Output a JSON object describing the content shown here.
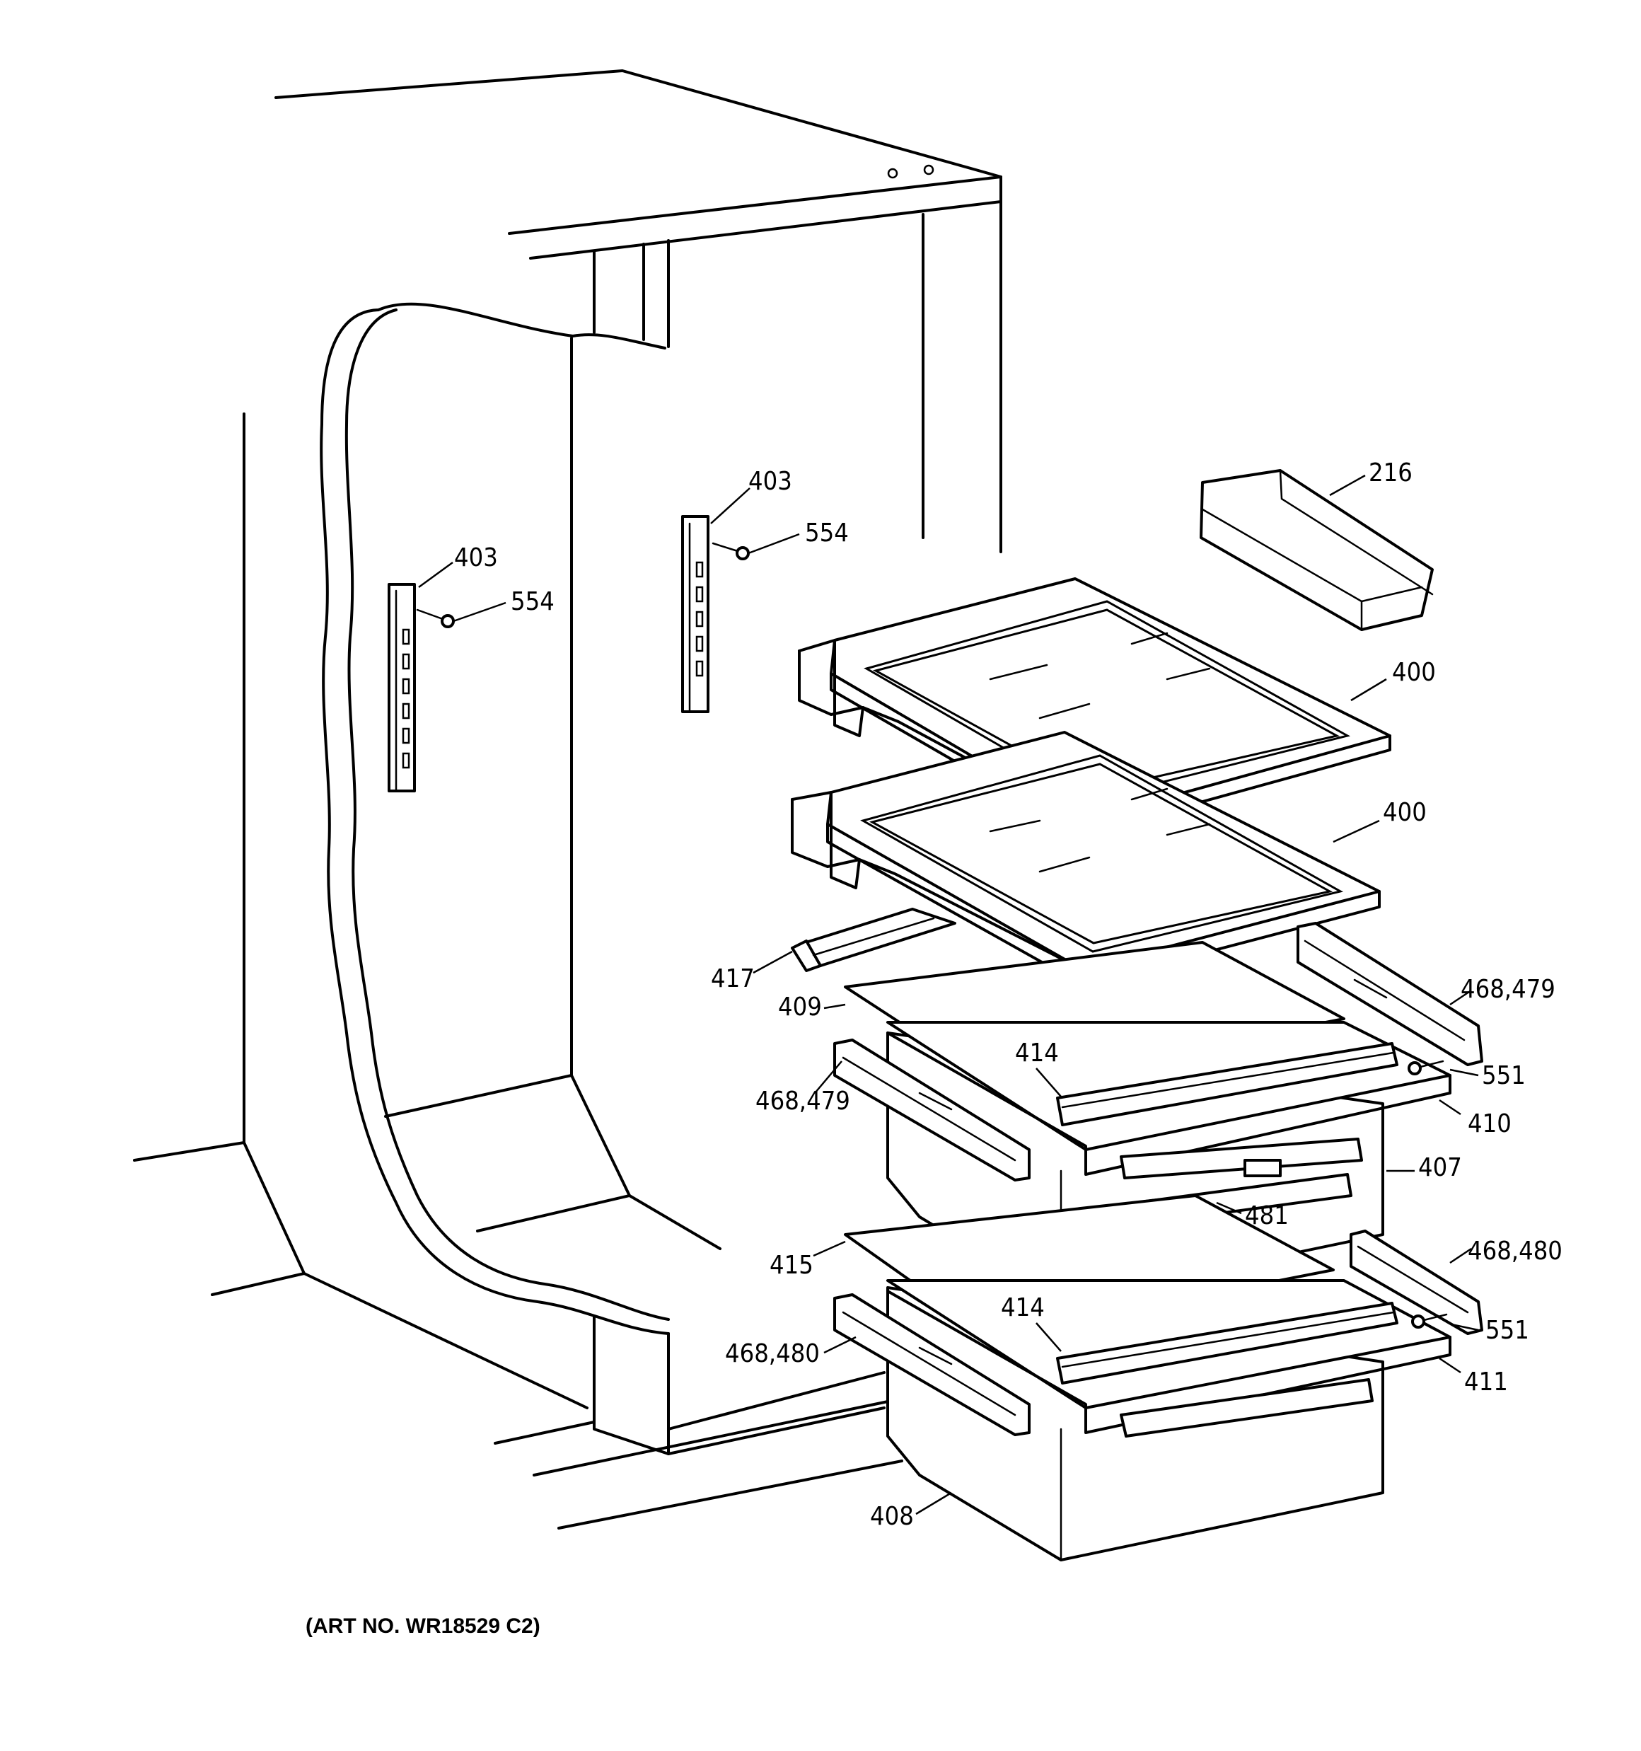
{
  "callouts": {
    "c216": "216",
    "c400a": "400",
    "c400b": "400",
    "c403a": "403",
    "c403b": "403",
    "c554a": "554",
    "c554b": "554",
    "c417": "417",
    "c409": "409",
    "c414a": "414",
    "c414b": "414",
    "c468_479a": "468,479",
    "c468_479b": "468,479",
    "c551a": "551",
    "c551b": "551",
    "c410": "410",
    "c407": "407",
    "c481": "481",
    "c415": "415",
    "c468_480a": "468,480",
    "c468_480b": "468,480",
    "c411": "411",
    "c408": "408"
  },
  "art_number": "(ART NO. WR18529 C2)"
}
